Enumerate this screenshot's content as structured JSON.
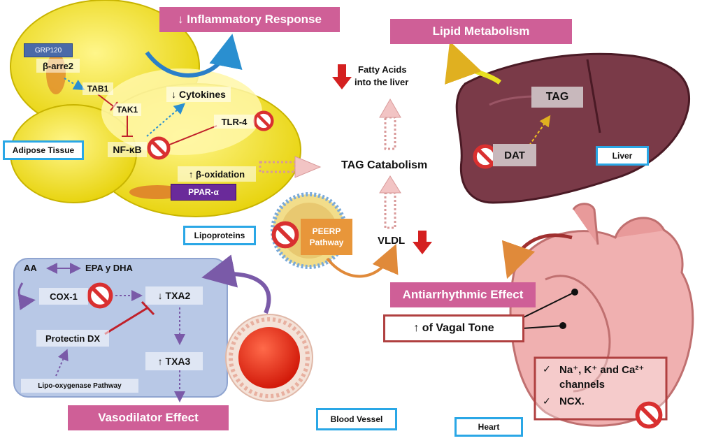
{
  "headers": {
    "inflammatory": "↓ Inflammatory Response",
    "lipid": "Lipid Metabolism",
    "antiarrhythmic": "Antiarrhythmic Effect",
    "vasodilator": "Vasodilator Effect"
  },
  "organs": {
    "adipose": "Adipose Tissue",
    "liver": "Liver",
    "lipoproteins": "Lipoproteins",
    "blood_vessel": "Blood Vessel",
    "heart": "Heart"
  },
  "adipose": {
    "grp120": "GRP120",
    "barre2": "β-arre2",
    "tab1": "TAB1",
    "tak1": "TAK1",
    "cytokines": "↓ Cytokines",
    "tlr4": "TLR-4",
    "nfkb": "NF-κB",
    "boxidation": "↑ β-oxidation",
    "ppar": "PPAR-α"
  },
  "center": {
    "fatty_acids_1": "Fatty Acids",
    "fatty_acids_2": "into the liver",
    "tag_catabolism": "TAG Catabolism",
    "vldl": "VLDL",
    "peerp_1": "PEERP",
    "peerp_2": "Pathway"
  },
  "liver": {
    "tag": "TAG",
    "dat": "DAT"
  },
  "vasc": {
    "aa": "AA",
    "epa": "EPA  y DHA",
    "cox1": "COX-1",
    "txa2": "↓ TXA2",
    "protectin": "Protectin DX",
    "txa3": "↑ TXA3",
    "lipox": "Lipo-oxygenase Pathway"
  },
  "heart": {
    "vagal": "↑ of Vagal Tone",
    "channels_1": "Na⁺, K⁺ and Ca²⁺",
    "channels_2": "channels",
    "ncx": "NCX.",
    "check": "✓"
  },
  "colors": {
    "pink": "#cf5f97",
    "cyan": "#2aa7e6",
    "red_arrow": "#d42020",
    "adipose_yellow": "#f3e21a",
    "liver_brown": "#7a3a48",
    "heart_pink": "#f0b0b0",
    "vasc_blue": "#b8c8e6",
    "prohibit": "#d93030"
  }
}
